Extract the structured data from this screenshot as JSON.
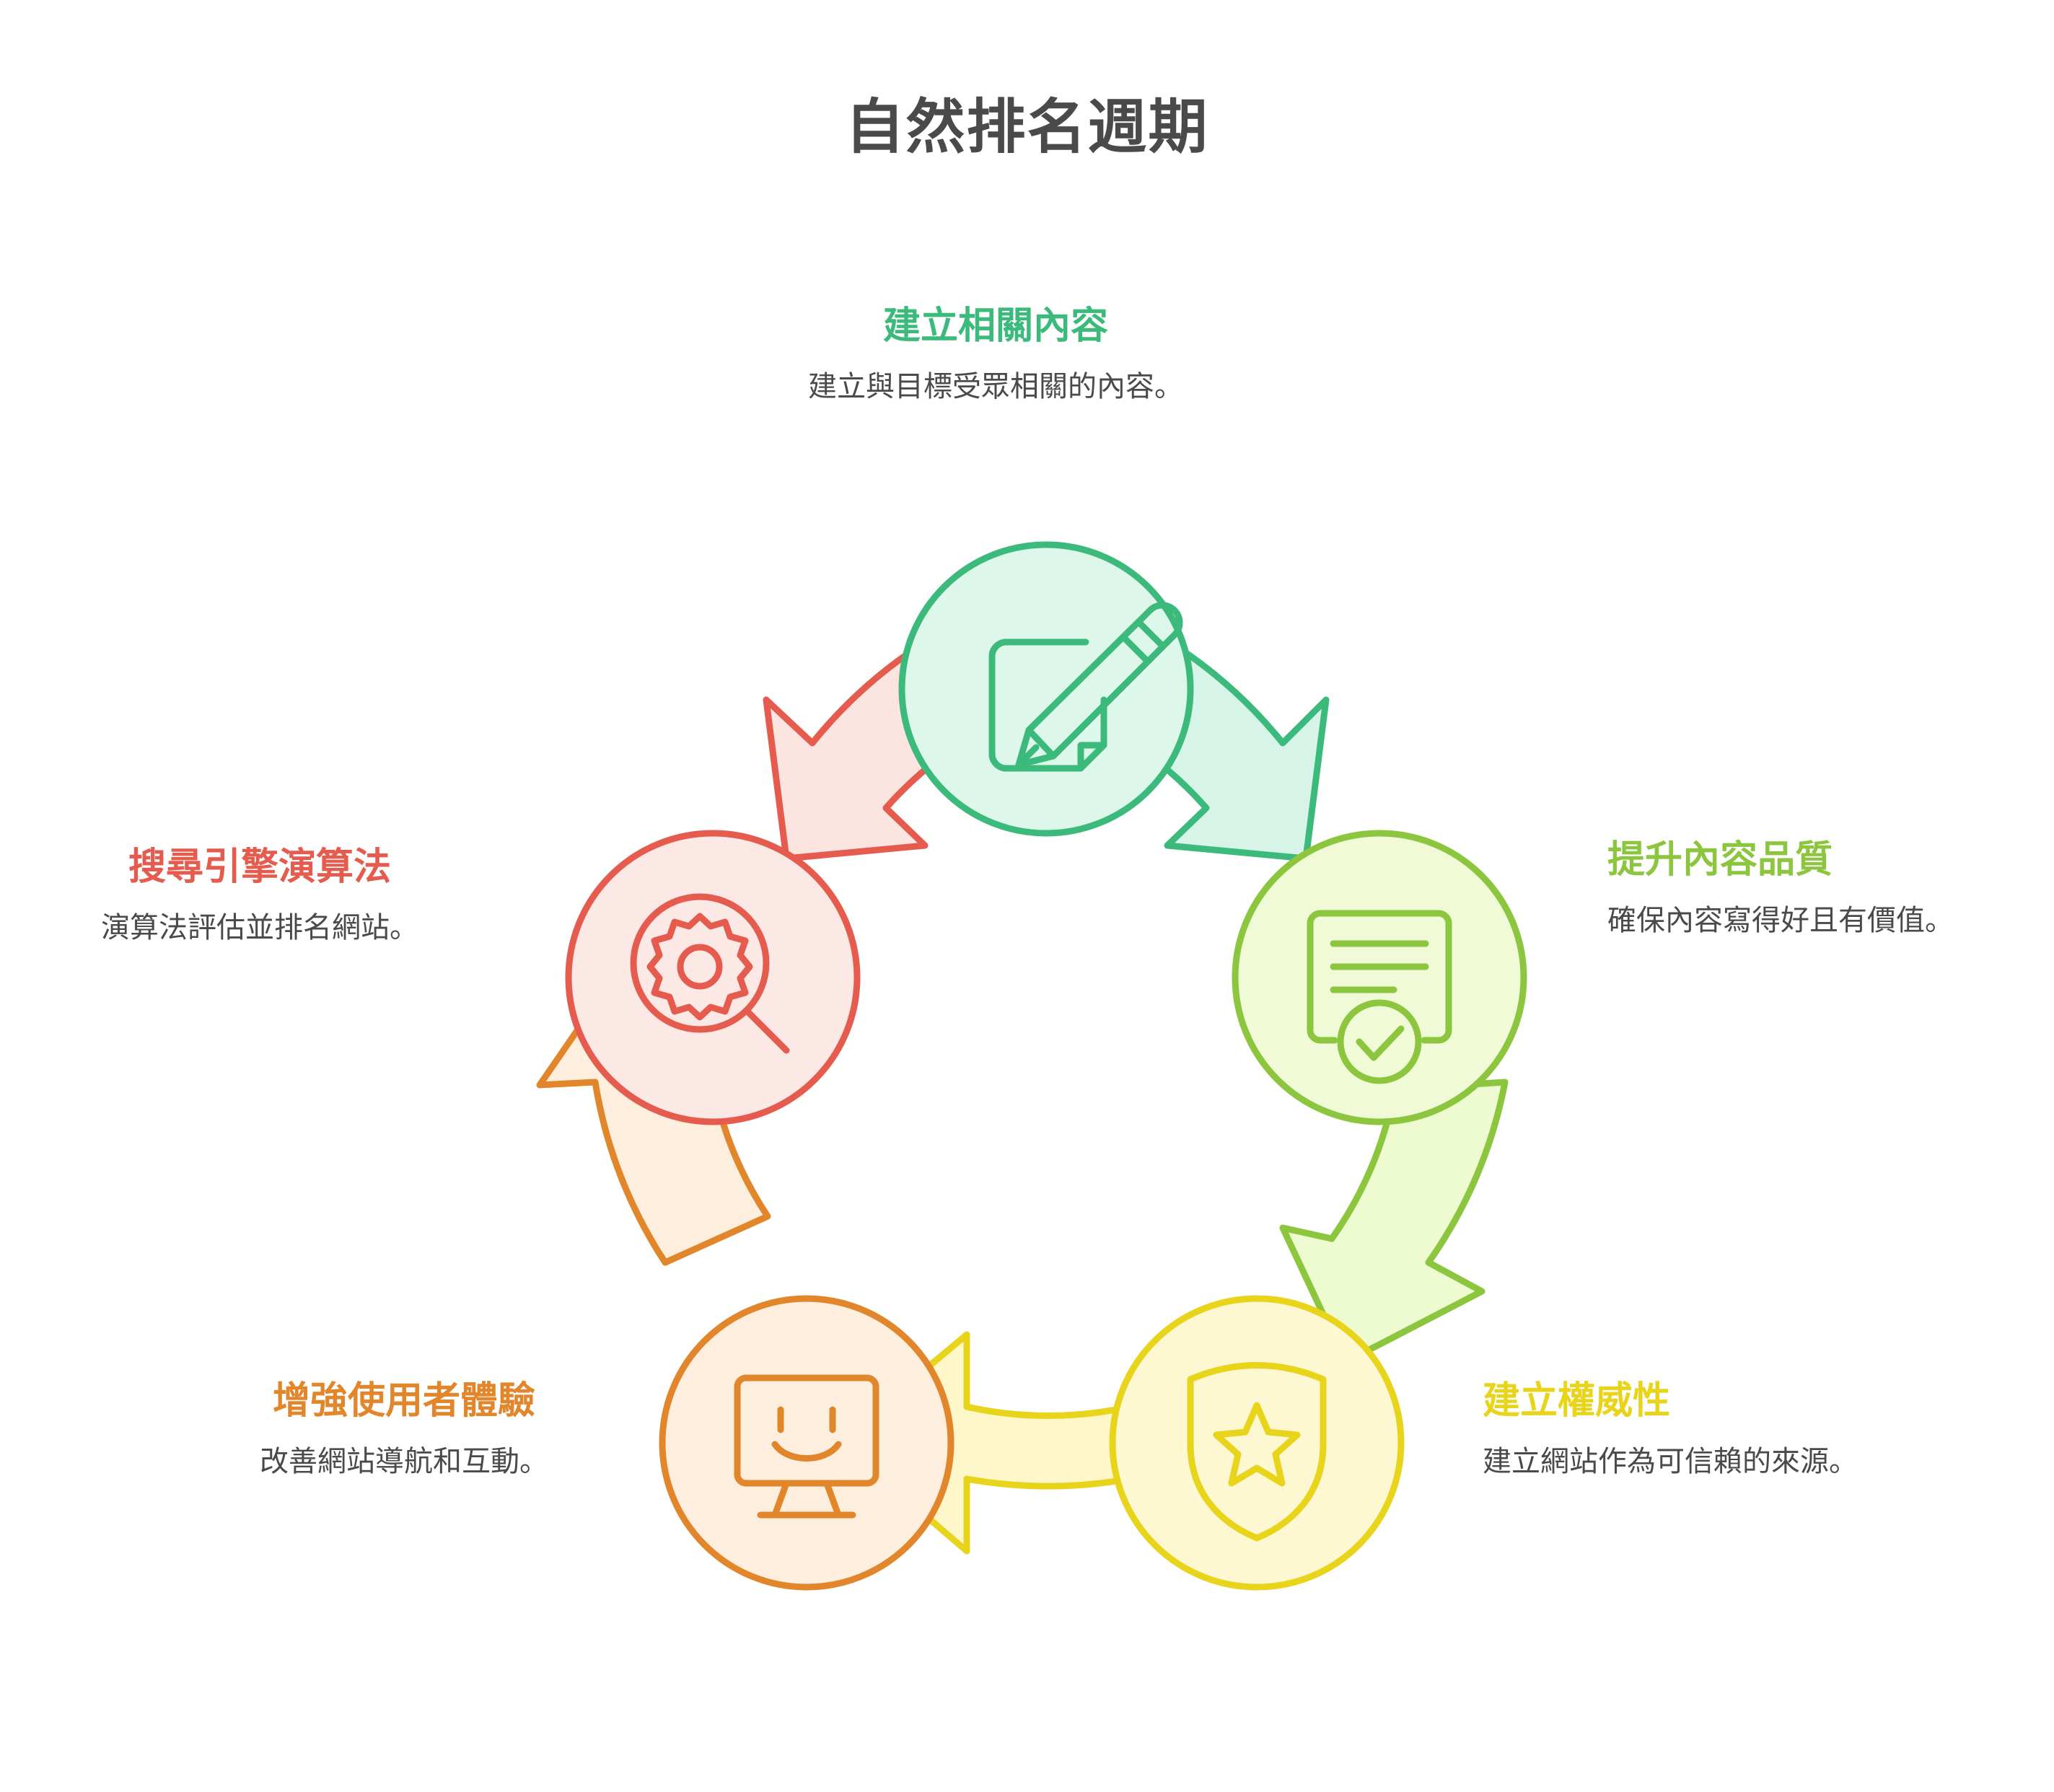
{
  "page": {
    "title": "自然排名週期",
    "background": "#ffffff",
    "title_color": "#4a4a48",
    "body_text_color": "#4a4a48"
  },
  "diagram": {
    "type": "cycle",
    "direction": "clockwise",
    "step_count": 5,
    "steps": [
      {
        "id": "create-content",
        "position": "top",
        "order": 1,
        "title": "建立相關內容",
        "description": "建立與目標受眾相關的內容。",
        "icon": "document-pencil-icon",
        "stroke_color": "#3cba7c",
        "fill_color": "#ddf7ea",
        "arrow_fill": "#d6f5e8"
      },
      {
        "id": "improve-quality",
        "position": "right-upper",
        "order": 2,
        "title": "提升內容品質",
        "description": "確保內容寫得好且有價值。",
        "icon": "certificate-check-icon",
        "stroke_color": "#8cc63e",
        "fill_color": "#f1fad6",
        "arrow_fill": "#eefad0"
      },
      {
        "id": "build-authority",
        "position": "right-lower",
        "order": 3,
        "title": "建立權威性",
        "description": "建立網站作為可信賴的來源。",
        "icon": "shield-star-icon",
        "stroke_color": "#e8d41a",
        "fill_color": "#fdf8d2",
        "arrow_fill": "#fdf7c9"
      },
      {
        "id": "enhance-ux",
        "position": "left-lower",
        "order": 4,
        "title": "增強使用者體驗",
        "description": "改善網站導航和互動。",
        "icon": "monitor-smile-icon",
        "stroke_color": "#e2862c",
        "fill_color": "#fdeede",
        "arrow_fill": "#fdeedd"
      },
      {
        "id": "search-algorithm",
        "position": "left-upper",
        "order": 5,
        "title": "搜尋引擎演算法",
        "description": "演算法評估並排名網站。",
        "icon": "magnifier-gear-icon",
        "stroke_color": "#e55b4d",
        "fill_color": "#fce8e4",
        "arrow_fill": "#fce5e1"
      }
    ]
  }
}
